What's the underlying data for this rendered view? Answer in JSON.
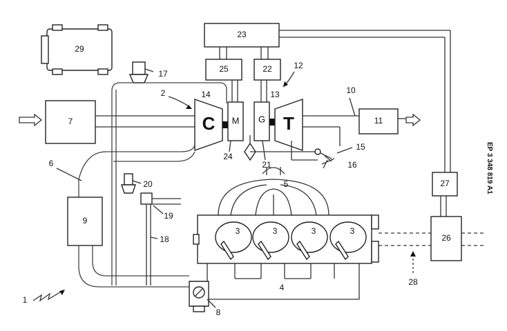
{
  "patent_number": "EP 3 348 819 A1",
  "compressor_letter": "C",
  "turbine_letter": "T",
  "motor_letter": "M",
  "generator_letter": "G",
  "labels": {
    "n1": "1",
    "n2": "2",
    "n3": "3",
    "n4": "4",
    "n5": "5",
    "n6": "6",
    "n7": "7",
    "n8": "8",
    "n9": "9",
    "n10": "10",
    "n11": "11",
    "n12": "12",
    "n13": "13",
    "n14": "14",
    "n15": "15",
    "n16": "16",
    "n17": "17",
    "n18": "18",
    "n19": "19",
    "n20": "20",
    "n21": "21",
    "n22": "22",
    "n23": "23",
    "n24": "24",
    "n25": "25",
    "n26": "26",
    "n27": "27",
    "n28": "28",
    "n29": "29"
  },
  "colors": {
    "line": "#333333",
    "fill": "#ffffff",
    "dark": "#111111"
  }
}
